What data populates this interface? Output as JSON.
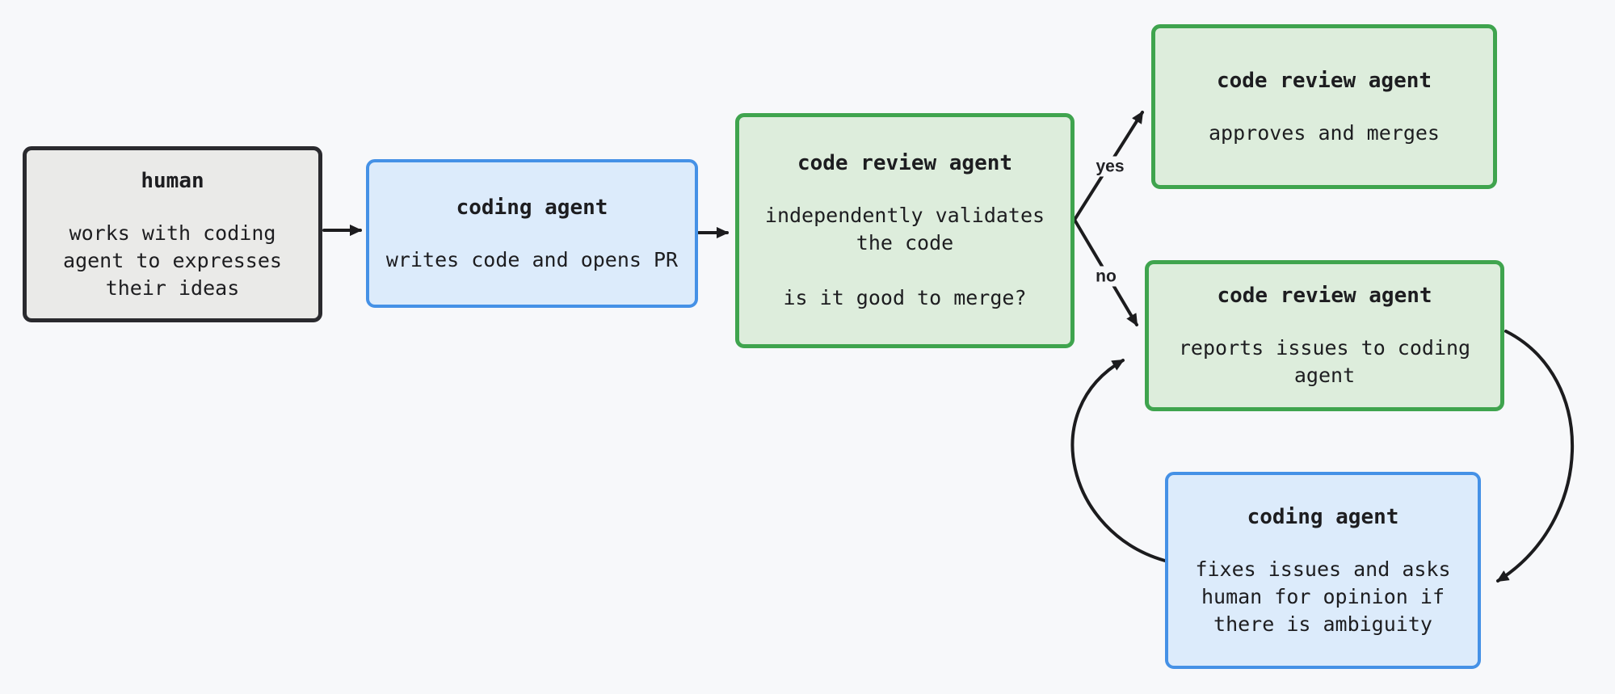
{
  "diagram": {
    "background_color": "#f7f8fa",
    "arrow_color": "#1c1c1e",
    "node_colors": {
      "neutral_fill": "#eaeae8",
      "neutral_border": "#2a2a2e",
      "blue_fill": "#dcebfb",
      "blue_border": "#4591e6",
      "green_fill": "#ddeddc",
      "green_border": "#3fa44e"
    }
  },
  "nodes": [
    {
      "id": "human",
      "title": "human",
      "body": "works with coding\nagent to expresses\ntheir ideas"
    },
    {
      "id": "coding-agent",
      "title": "coding agent",
      "body": "writes code and opens PR"
    },
    {
      "id": "code-review-agent-validate",
      "title": "code review agent",
      "body": "independently validates\nthe code\n\nis it good to merge?"
    },
    {
      "id": "code-review-agent-approve",
      "title": "code review agent",
      "body": "approves and merges"
    },
    {
      "id": "code-review-agent-report",
      "title": "code review agent",
      "body": "reports issues to coding\nagent"
    },
    {
      "id": "coding-agent-fix",
      "title": "coding agent",
      "body": "fixes issues and asks\nhuman for opinion if\nthere is ambiguity"
    }
  ],
  "edge_labels": {
    "yes": "yes",
    "no": "no"
  }
}
